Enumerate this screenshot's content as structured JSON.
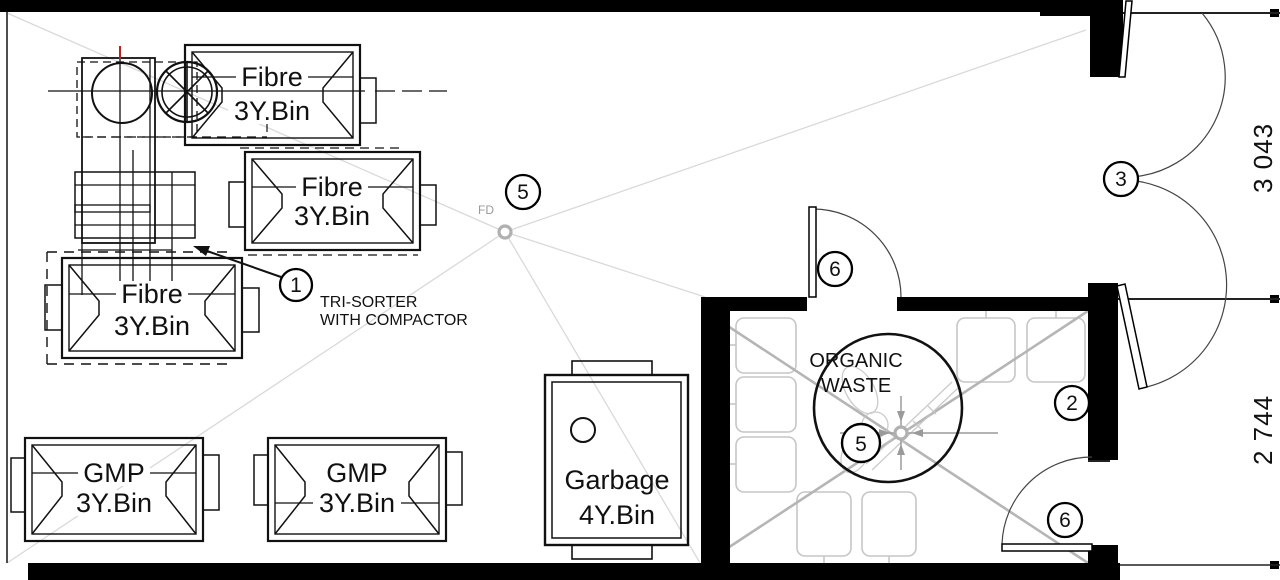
{
  "bins": {
    "fibre_top": {
      "line1": "Fibre",
      "line2": "3Y.Bin"
    },
    "fibre_middle": {
      "line1": "Fibre",
      "line2": "3Y.Bin"
    },
    "fibre_lower": {
      "line1": "Fibre",
      "line2": "3Y.Bin"
    },
    "gmp_left": {
      "line1": "GMP",
      "line2": "3Y.Bin"
    },
    "gmp_right": {
      "line1": "GMP",
      "line2": "3Y.Bin"
    },
    "garbage": {
      "line1": "Garbage",
      "line2": "4Y.Bin"
    }
  },
  "room": {
    "label_line1": "ORGANIC",
    "label_line2": "WASTE"
  },
  "equipment_note": {
    "line1": "TRI-SORTER",
    "line2": "WITH COMPACTOR"
  },
  "floor_drain_label": "FD",
  "callouts": {
    "tri_sorter": "1",
    "door_right": "2",
    "double_door": "3",
    "floor_drain": "5",
    "organic_drain": "5",
    "door_top": "6",
    "door_bottom": "6"
  },
  "dimensions": {
    "upper": "3 043",
    "lower": "2 744"
  },
  "colors": {
    "wall": "#000000",
    "ray": "#d9d9d9",
    "cross": "#b5b5b5",
    "light_gray": "#c6c6c6",
    "drain_gray": "#9a9a9a",
    "red_mark": "#bb2222"
  }
}
